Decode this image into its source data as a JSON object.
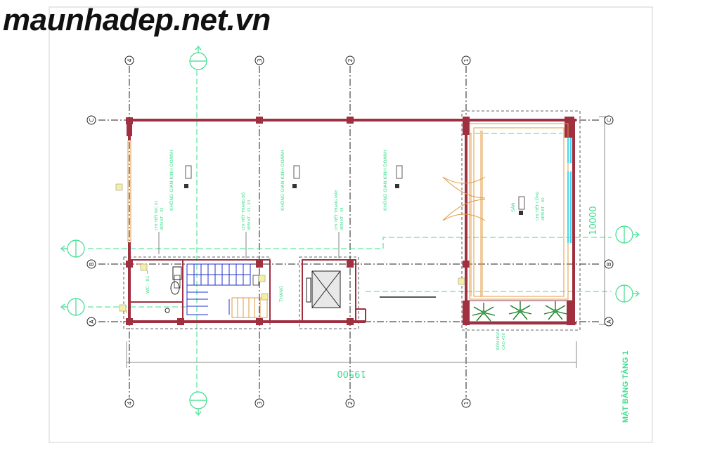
{
  "watermark": "maunhadep.net.vn",
  "sheet_title": "MẶT BẰNG TẦNG 1",
  "dimensions": {
    "length": "19500",
    "width": "10000"
  },
  "grid": {
    "columns": [
      "4",
      "3",
      "2",
      "1"
    ],
    "rows": [
      "C",
      "B",
      "A"
    ]
  },
  "rooms": {
    "business_1": "KHÔNG GIAN KINH DOANH",
    "business_2": "KHÔNG GIAN KINH DOANH",
    "business_3": "KHÔNG GIAN KINH DOANH",
    "yard": "SÂN",
    "wc": "WC - 01",
    "stair": "THANG"
  },
  "notes": {
    "n1a": "CHI TIẾT WC 01",
    "n1b": "XEM KT - 35",
    "n2a": "CHI TIẾT THANG BỘ",
    "n2b": "XEM KT - 32, 33",
    "n3a": "CHI TIẾT THANG MÁY",
    "n3b": "XEM KT - 34",
    "n4a": "CHI TIẾT CỔNG",
    "n4b": "XEM KT - 40",
    "n5a": "BỒN HOA",
    "n5b": "CAO 450"
  },
  "colors": {
    "wall": "#a03040",
    "grid": "#222222",
    "text": "#3cdc8c",
    "stair_blue": "#2030d0",
    "orange": "#e09a40",
    "window": "#40d8f0"
  }
}
